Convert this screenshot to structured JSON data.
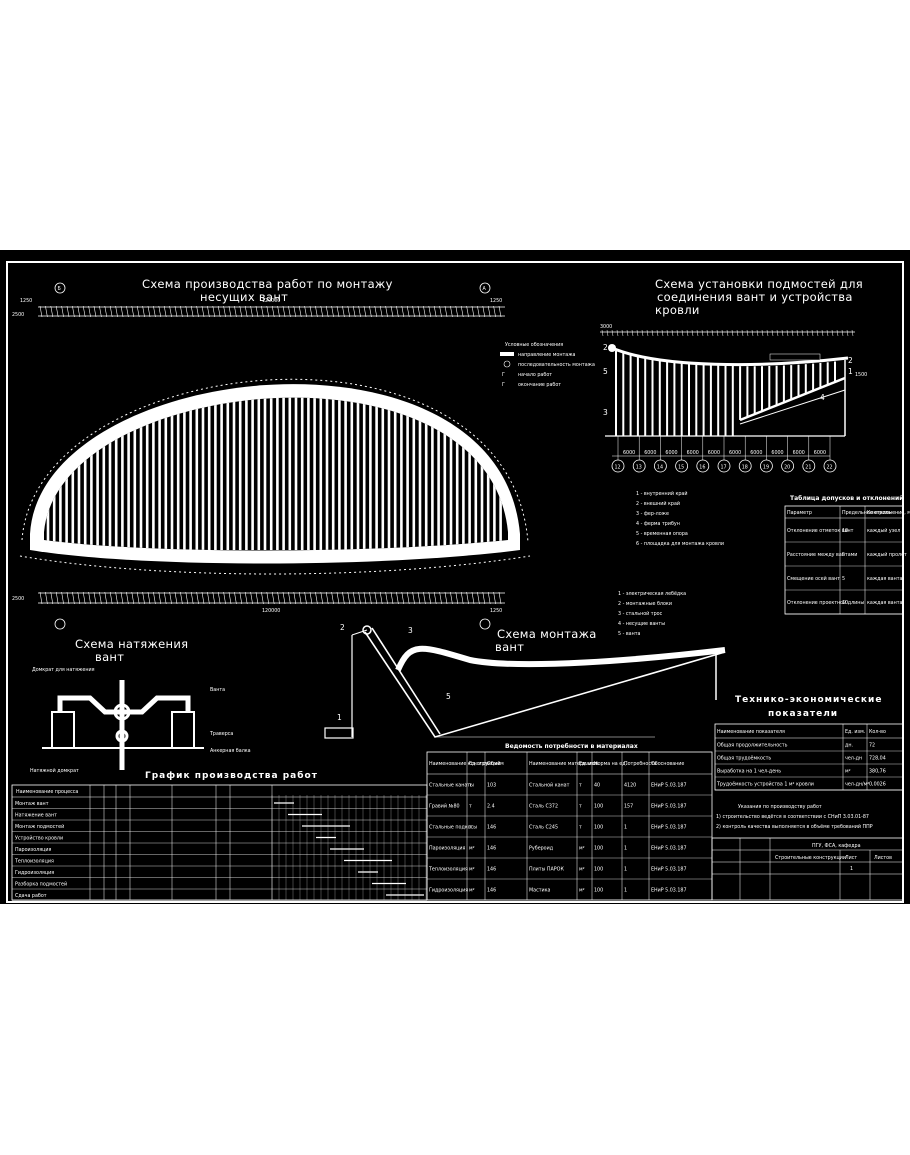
{
  "sheet": {
    "titles": {
      "cable_scheme": "Схема производства работ по монтажу несущих вант",
      "scaffold_scheme": "Схема установки подмостей для соединения вант и устройства кровли",
      "tension_scheme": "Схема натяжения вант",
      "mount_scheme": "Схема монтажа вант",
      "schedule": "График производства работ",
      "tech_econ": "Технико-экономические показатели",
      "materials": "Ведомость потребности в материалах",
      "tolerances": "Таблица допусков и отклонений"
    },
    "axis_marks": [
      "Б",
      "А"
    ],
    "dims_top": [
      "1250",
      "120000",
      "1250",
      "2500"
    ],
    "dims_bottom": [
      "2500",
      "120000",
      "1250"
    ],
    "scaffold_axes": [
      "12",
      "13",
      "14",
      "15",
      "16",
      "17",
      "18",
      "19",
      "20",
      "21",
      "22"
    ],
    "scaffold_spacing": "6000",
    "scaffold_top_dim": "3000",
    "scaffold_side": [
      "2",
      "1",
      "5",
      "3",
      "4",
      "1500"
    ],
    "cable_legend": {
      "heading": "Условные обозначения",
      "items": [
        "направление монтажа",
        "последовательность монтажа",
        "начало работ",
        "окончание работ"
      ]
    },
    "scaffold_legend": [
      "1 - внутренний край",
      "2 - внешний край",
      "3 - фер-ложе",
      "4 - ферма трибун",
      "5 - временная опора",
      "6 - площадка для монтажа кровли"
    ],
    "mount_legend": [
      "1 - электрическая лебёдка",
      "2 - монтажные блоки",
      "3 - стальной трос",
      "4 - несущие ванты",
      "5 - ванта"
    ],
    "mount_numbers": [
      "2",
      "3",
      "1",
      "5"
    ],
    "tension_labels": [
      "Домкрат для натяжения",
      "Ванта",
      "Траверса",
      "Анкерная балка",
      "Натяжной домкрат"
    ],
    "tolerances": {
      "headers": [
        "Параметр",
        "Предельное отклонение, мм",
        "Контроль"
      ],
      "rows": [
        [
          "Отклонение отметок вант",
          "10",
          "каждый узел"
        ],
        [
          "Расстояние между вантами",
          "5",
          "каждый пролёт"
        ],
        [
          "Смещение осей вант",
          "5",
          "каждая ванта"
        ],
        [
          "Отклонение проектной длины",
          "10",
          "каждая ванта"
        ]
      ]
    },
    "tech_econ": {
      "headers": [
        "Наименование показателя",
        "Ед. изм.",
        "Кол-во"
      ],
      "rows": [
        [
          "Общая продолжительность",
          "дн.",
          "72"
        ],
        [
          "Общая трудоёмкость",
          "чел-дн",
          "728,04"
        ],
        [
          "Выработка на 1 чел-день",
          "м²",
          "380,76"
        ],
        [
          "Трудоёмкость устройства 1 м² кровли",
          "чел-дн/м²",
          "0,0026"
        ]
      ]
    },
    "materials": {
      "headers": [
        "Наименование конструкций",
        "Ед. изм.",
        "Объём",
        "Наименование материалов",
        "Ед. изм.",
        "Норма на ед.",
        "Потребность",
        "Обоснование"
      ],
      "rows": [
        [
          "Стальные канаты",
          "т",
          "103",
          "Стальной канат",
          "т",
          "40",
          "4120",
          "ЕНиР 5.03.187"
        ],
        [
          "Гравий №80",
          "т",
          "2.4",
          "Сталь С372",
          "т",
          "100",
          "157",
          "ЕНиР 5.03.187"
        ],
        [
          "Стальные подкосы",
          "т",
          "146",
          "Сталь С245",
          "т",
          "100",
          "1",
          "ЕНиР 5.03.187"
        ],
        [
          "Пароизоляция",
          "м²",
          "146",
          "Рубероид",
          "м²",
          "100",
          "1",
          "ЕНиР 5.03.187"
        ],
        [
          "Теплоизоляция",
          "м²",
          "146",
          "Плиты ПАРОК",
          "м²",
          "100",
          "1",
          "ЕНиР 5.03.187"
        ],
        [
          "Гидроизоляция",
          "м²",
          "146",
          "Мастика",
          "м²",
          "100",
          "1",
          "ЕНиР 5.03.187"
        ]
      ]
    },
    "notes": [
      "Указания по производству работ",
      "1) строительство ведётся в соответствии с СНиП 3.03.01-87",
      "2) контроль качества выполняется в объёме требований ППР"
    ],
    "stamp": [
      "ПГУ, ФСА, кафедра",
      "Строительные конструкции",
      "Лист",
      "Листов",
      "1"
    ],
    "schedule": {
      "header_label": "Наименование процесса",
      "rows": [
        "Монтаж вант",
        "Натяжение вант",
        "Монтаж подмостей",
        "Устройство кровли",
        "Пароизоляция",
        "Теплоизоляция",
        "Гидроизоляция",
        "Разборка подмостей",
        "Сдача работ"
      ]
    }
  }
}
